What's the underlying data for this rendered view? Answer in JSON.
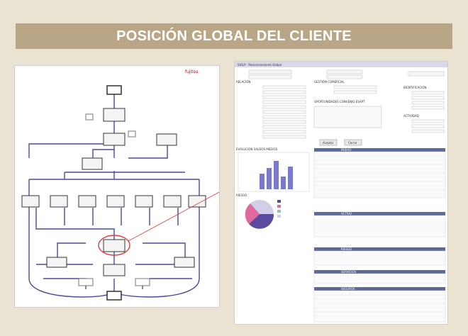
{
  "title": "POSICIÓN GLOBAL DEL CLIENTE",
  "colors": {
    "background": "#ebe3d1",
    "title_bar": "#b8a686",
    "flow_lines": "#4a4a9a",
    "connector": "#e04040",
    "table_header": "#5a6a9a"
  },
  "left_panel": {
    "brand": "fujitsu",
    "kind": "process-flow-diagram"
  },
  "right_panel": {
    "window_title": "SIOLP · Posicionamiento Global",
    "sections": [
      "RELACIÓN",
      "GESTIÓN COMERCIAL",
      "IDENTIFICACIÓN",
      "ACTIVIDAD",
      "OPORTUNIDADES CONVENIO ESAPT"
    ],
    "buttons": [
      "Aceptar",
      "Cerrar"
    ],
    "bar_chart_title": "EVOLUCIÓN SALDOS MEDIOS",
    "pie_chart_title": "RIESGO",
    "table_headers": [
      "PASIVO",
      "ACTIVO",
      "RIESGO",
      "SERVICIOS",
      "SEGUROS"
    ]
  }
}
